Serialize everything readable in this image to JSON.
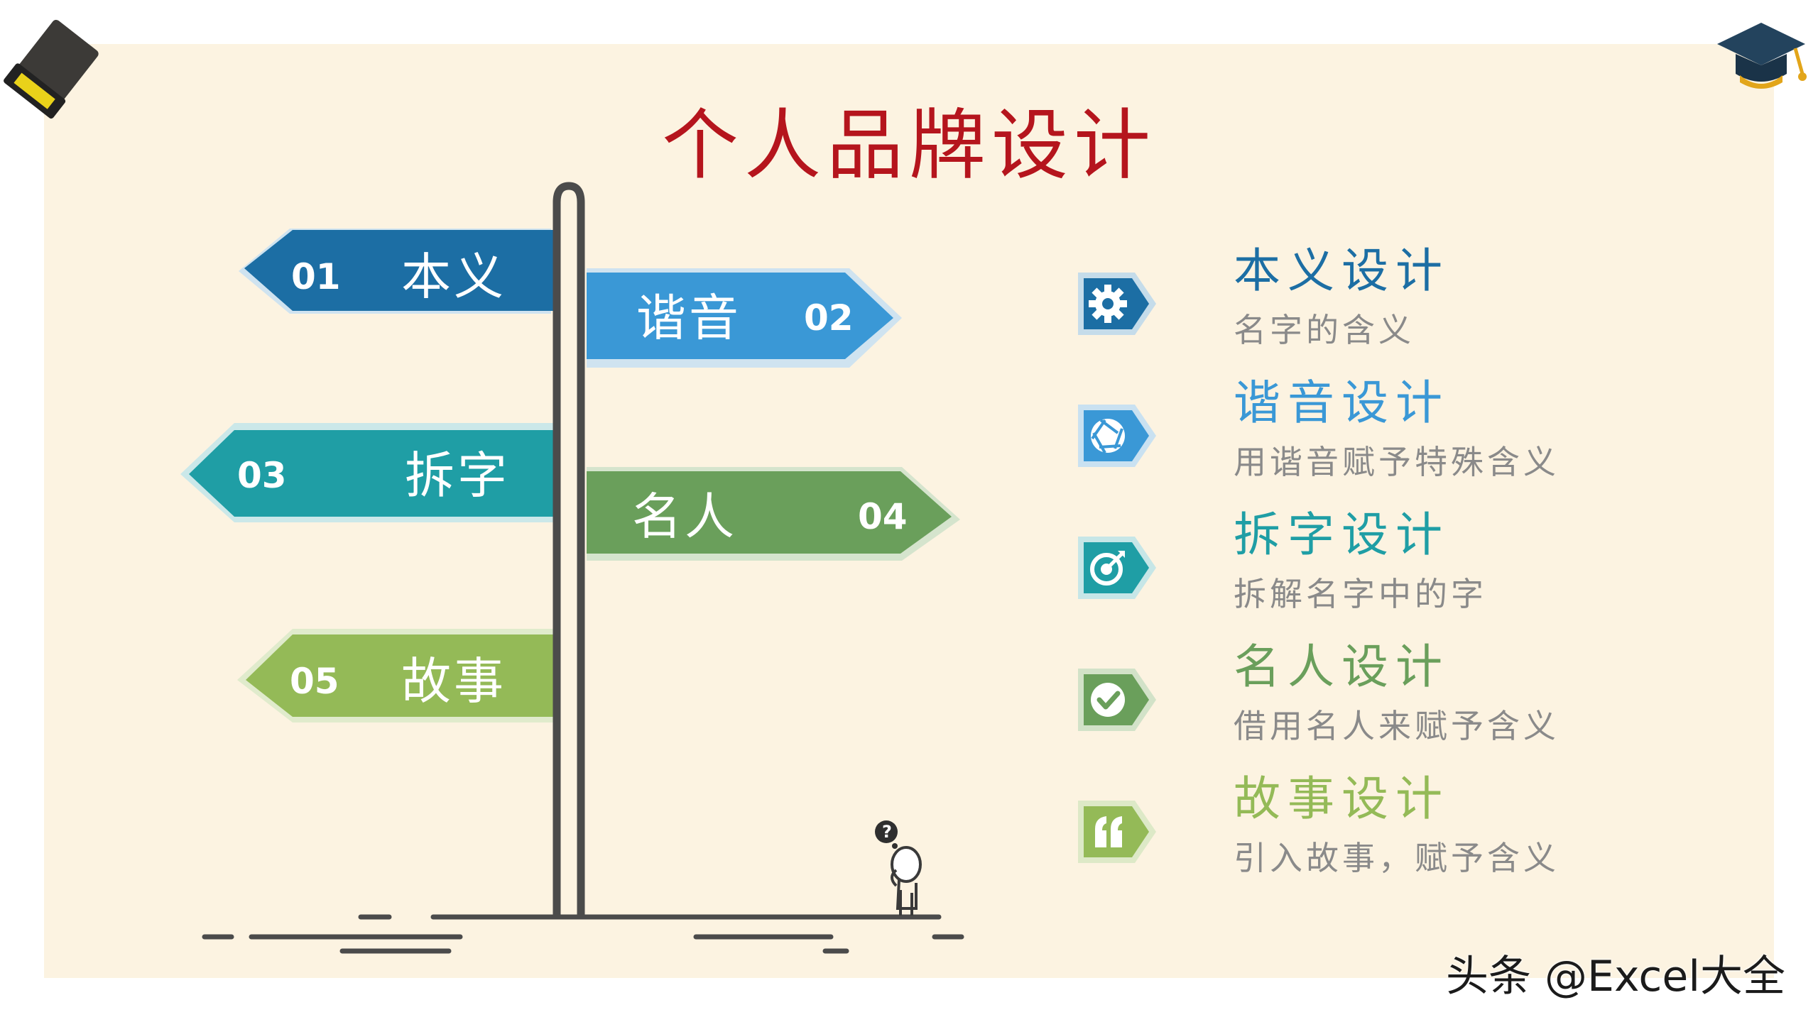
{
  "title": "个人品牌设计",
  "colors": {
    "background": "#fcf3e1",
    "title": "#b5151d",
    "blue_dark": "#1c6ea4",
    "blue": "#3a98d6",
    "teal": "#1f9ea5",
    "green": "#6a9f5b",
    "light_green": "#94ba57",
    "post": "#4b4b4b"
  },
  "signs": [
    {
      "num": "01",
      "label": "本义"
    },
    {
      "num": "02",
      "label": "谐音"
    },
    {
      "num": "03",
      "label": "拆字"
    },
    {
      "num": "04",
      "label": "名人"
    },
    {
      "num": "05",
      "label": "故事"
    }
  ],
  "features": [
    {
      "title": "本义设计",
      "desc": "名字的含义",
      "icon": "gear-icon"
    },
    {
      "title": "谐音设计",
      "desc": "用谐音赋予特殊含义",
      "icon": "aperture-icon"
    },
    {
      "title": "拆字设计",
      "desc": "拆解名字中的字",
      "icon": "target-icon"
    },
    {
      "title": "名人设计",
      "desc": "借用名人来赋予含义",
      "icon": "checkmark-icon"
    },
    {
      "title": "故事设计",
      "desc": "引入故事，赋予含义",
      "icon": "quote-icon"
    }
  ],
  "figure_bubble": "?",
  "watermark": "头条 @Excel大全"
}
